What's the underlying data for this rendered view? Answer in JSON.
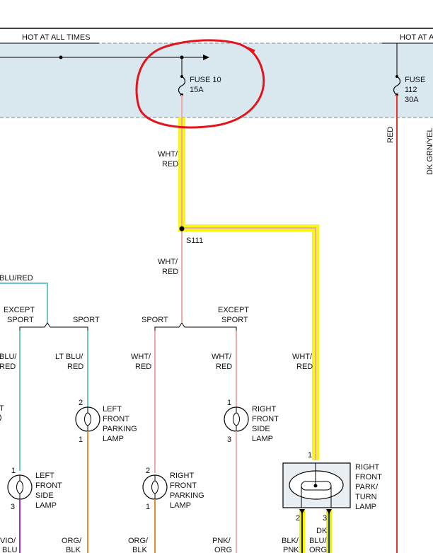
{
  "header": {
    "hot_left": "HOT AT ALL TIMES",
    "hot_right": "HOT AT ALL"
  },
  "fuses": {
    "fuse10": {
      "label": "FUSE",
      "number": "10",
      "rating": "15A"
    },
    "fuse112": {
      "label": "FUSE",
      "number": "112",
      "rating": "30A"
    }
  },
  "wires": {
    "red": "RED",
    "dk_grn_yel": "DK GRN/YEL",
    "wht_red_1": [
      "WHT/",
      "RED"
    ],
    "wht_red_2": [
      "WHT/",
      "RED"
    ],
    "blu_red": "BLU/RED",
    "blu_red_low": [
      "BLU/",
      "RED"
    ],
    "lt_blu_red": [
      "LT BLU/",
      "RED"
    ],
    "wht_red_sport": [
      "WHT/",
      "RED"
    ],
    "wht_red_except": [
      "WHT/",
      "RED"
    ],
    "wht_red_turn": [
      "WHT/",
      "RED"
    ],
    "vio_blu": [
      "VIO/",
      "BLU"
    ],
    "org_blk_1": [
      "ORG/",
      "BLK"
    ],
    "org_blk_2": [
      "ORG/",
      "BLK"
    ],
    "pnk_org": [
      "PNK/",
      "ORG"
    ],
    "blk_pnk": [
      "BLK/",
      "PNK"
    ],
    "dk_blu_org": [
      "DK",
      "BLU/",
      "ORG"
    ]
  },
  "splice": "S111",
  "branches": {
    "left_except": [
      "EXCEPT",
      "SPORT"
    ],
    "left_sport": "SPORT",
    "mid_sport": "SPORT",
    "mid_except": [
      "EXCEPT",
      "SPORT"
    ]
  },
  "lamps": {
    "left_front_parking": [
      "LEFT",
      "FRONT",
      "PARKING",
      "LAMP"
    ],
    "right_front_side": [
      "RIGHT",
      "FRONT",
      "SIDE",
      "LAMP"
    ],
    "left_front_side": [
      "LEFT",
      "FRONT",
      "SIDE",
      "LAMP"
    ],
    "right_front_parking": [
      "RIGHT",
      "FRONT",
      "PARKING",
      "LAMP"
    ],
    "right_front_park_turn": [
      "RIGHT",
      "FRONT",
      "PARK/",
      "TURN",
      "LAMP"
    ],
    "partial_left": "T"
  },
  "pins": {
    "one": "1",
    "two": "2",
    "three": "3"
  },
  "colors": {
    "fuse_box_bg": "#d9e7ee",
    "highlight": "#f5f500",
    "annotation": "#e3141b",
    "red_wire": "#e8352b",
    "wht_red_wire": "#f0a8a8",
    "lt_blu_wire": "#6cc6cf",
    "org_wire": "#e88b2c",
    "vio_wire": "#9b30d9",
    "pnk_wire": "#f2b0b8",
    "dk_blu_wire": "#1e3ea8"
  }
}
